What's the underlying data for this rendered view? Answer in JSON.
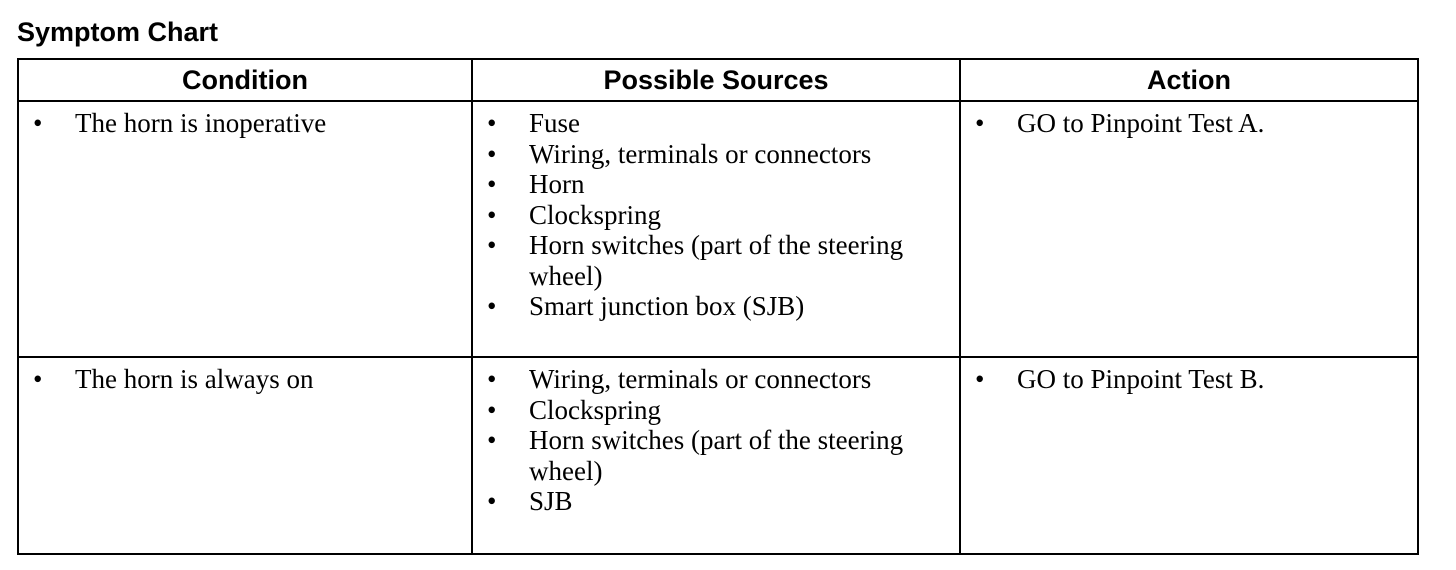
{
  "title": "Symptom Chart",
  "headers": {
    "condition": "Condition",
    "sources": "Possible Sources",
    "action": "Action"
  },
  "rows": [
    {
      "condition": "The horn is inoperative",
      "sources": [
        "Fuse",
        "Wiring, terminals or connectors",
        "Horn",
        "Clockspring",
        "Horn switches (part of the steering wheel)",
        "Smart junction box (SJB)"
      ],
      "action": "GO to Pinpoint Test A."
    },
    {
      "condition": "The horn is always on",
      "sources": [
        "Wiring, terminals or connectors",
        "Clockspring",
        "Horn switches (part of the steering wheel)",
        "SJB"
      ],
      "action": "GO to Pinpoint Test B."
    }
  ]
}
